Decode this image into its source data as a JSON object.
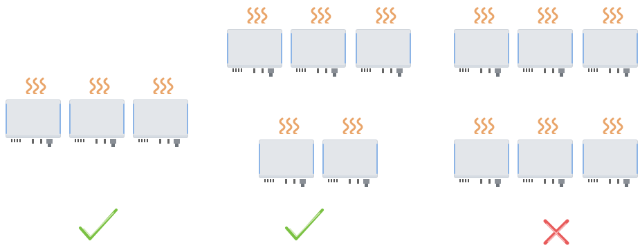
{
  "layout_a": {
    "rows": [
      3
    ],
    "verdict": "check"
  },
  "layout_b": {
    "rows": [
      3,
      2
    ],
    "verdict": "check"
  },
  "layout_c": {
    "rows": [
      3,
      3
    ],
    "verdict": "cross"
  },
  "icons": {
    "heat": "heat-waves-icon",
    "ok": "checkmark-icon",
    "bad": "cross-icon"
  },
  "colors": {
    "heat": "#e9a56a",
    "check": "#7ac142",
    "cross": "#e85b5b",
    "housing": "#e3e6ea",
    "edge": "#8cb4e6"
  }
}
